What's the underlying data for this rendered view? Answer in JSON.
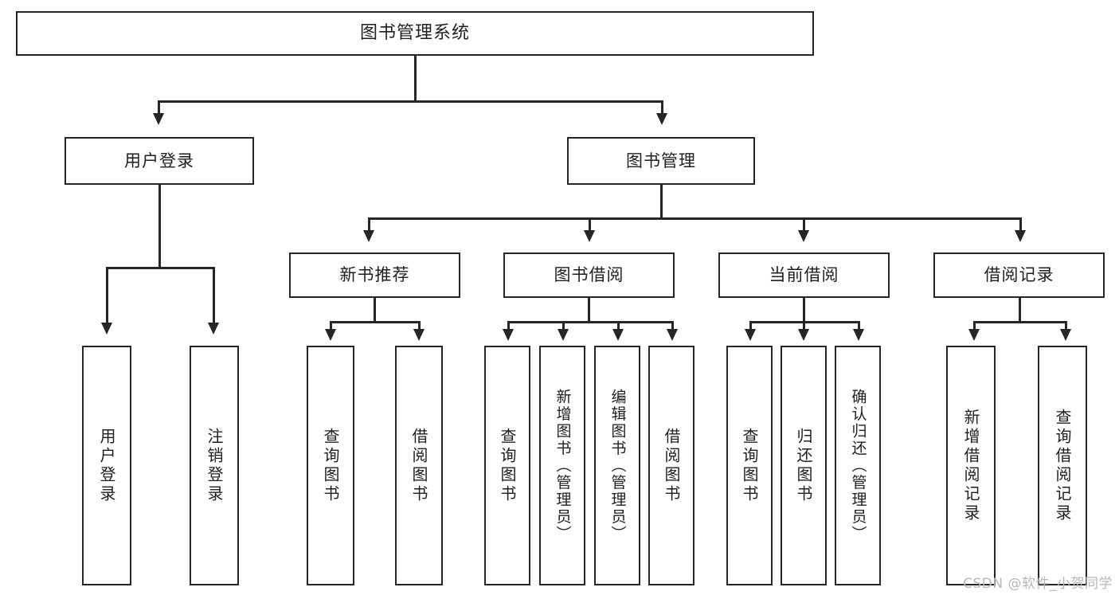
{
  "diagram": {
    "title": "图书管理系统",
    "type": "tree",
    "root": {
      "label": "图书管理系统"
    },
    "level1": [
      {
        "label": "用户登录"
      },
      {
        "label": "图书管理"
      }
    ],
    "level2": [
      {
        "label": "新书推荐"
      },
      {
        "label": "图书借阅"
      },
      {
        "label": "当前借阅"
      },
      {
        "label": "借阅记录"
      }
    ],
    "leaves": {
      "user_login": [
        {
          "label": "用户登录"
        },
        {
          "label": "注销登录"
        }
      ],
      "new_book": [
        {
          "label": "查询图书"
        },
        {
          "label": "借阅图书"
        }
      ],
      "book_borrow": [
        {
          "label": "查询图书"
        },
        {
          "label": "新增图书（管理员）"
        },
        {
          "label": "编辑图书（管理员）"
        },
        {
          "label": "借阅图书"
        }
      ],
      "current_borrow": [
        {
          "label": "查询图书"
        },
        {
          "label": "归还图书"
        },
        {
          "label": "确认归还（管理员）"
        }
      ],
      "borrow_record": [
        {
          "label": "新增借阅记录"
        },
        {
          "label": "查询借阅记录"
        }
      ]
    }
  },
  "watermark": {
    "text": "CSDN @软件_小贺同学"
  },
  "colors": {
    "stroke": "#262626",
    "fill": "#ffffff",
    "text": "#1f1f1f",
    "watermark": "#b8b8b8"
  }
}
